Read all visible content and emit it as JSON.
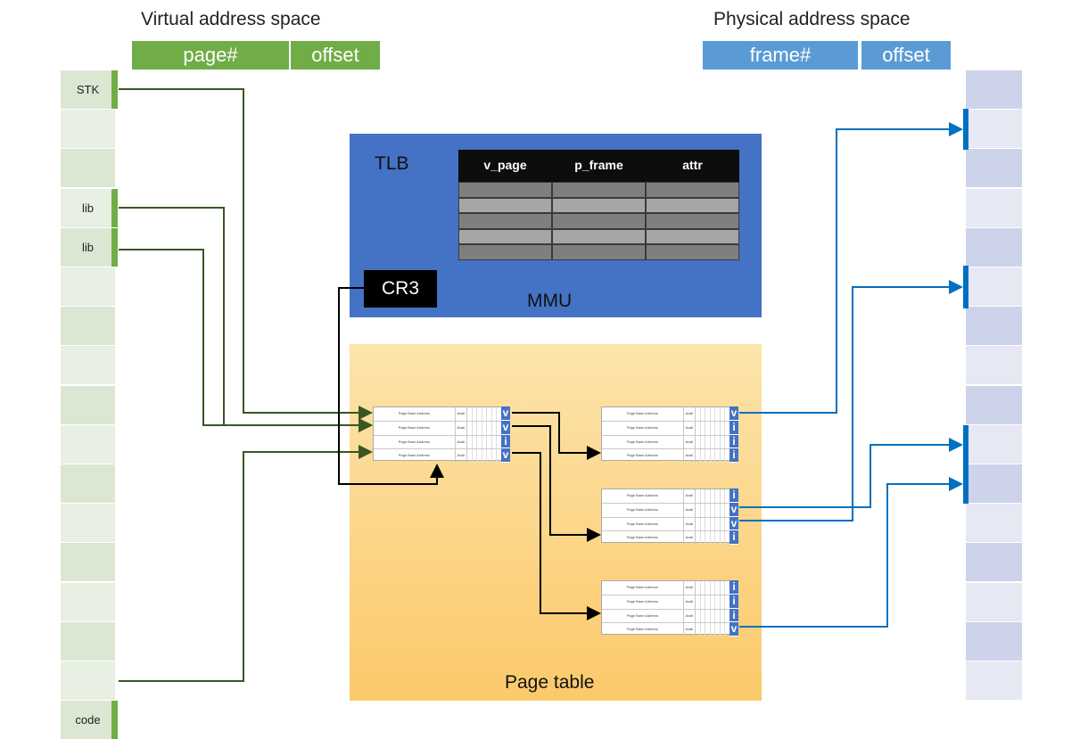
{
  "virtual": {
    "title": "Virtual address space",
    "page_label": "page#",
    "offset_label": "offset",
    "cells": [
      "STK",
      "",
      "",
      "lib",
      "lib",
      "",
      "",
      "",
      "",
      "",
      "",
      "",
      "",
      "",
      "",
      "",
      "code"
    ]
  },
  "physical": {
    "title": "Physical address space",
    "frame_label": "frame#",
    "offset_label": "offset"
  },
  "mmu": {
    "tlb_label": "TLB",
    "mmu_label": "MMU",
    "cr3_label": "CR3",
    "tlb_columns": [
      "v_page",
      "p_frame",
      "attr"
    ]
  },
  "page_table": {
    "label": "Page table",
    "entry_field": "Page Base Address",
    "avail_field": "Avail",
    "root_bits": [
      "v",
      "v",
      "i",
      "v"
    ],
    "sub1_bits": [
      "v",
      "i",
      "i",
      "i"
    ],
    "sub2_bits": [
      "i",
      "v",
      "v",
      "i"
    ],
    "sub3_bits": [
      "i",
      "i",
      "i",
      "v"
    ]
  },
  "colors": {
    "virtual_header": "#70ad47",
    "physical_header": "#5b9bd5",
    "virtual_link": "#385723",
    "physical_link": "#0070c0",
    "tlb_bg": "#4472c4"
  }
}
